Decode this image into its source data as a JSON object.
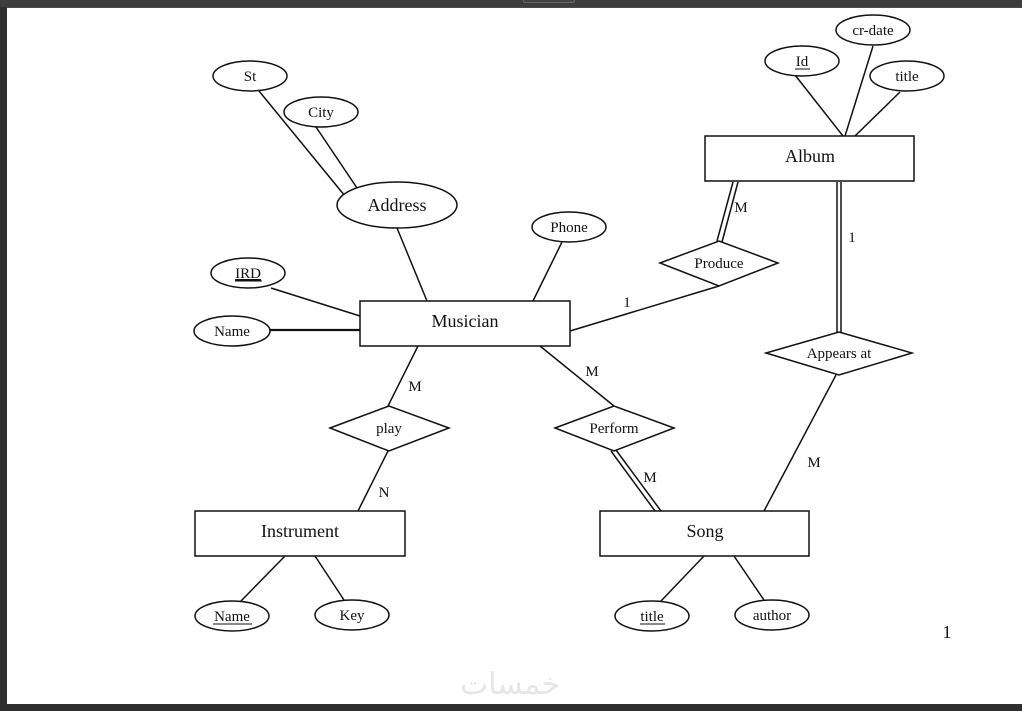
{
  "viewer": {
    "theme_colors": {
      "chrome": "#3a3a3a",
      "page": "#ffffff",
      "ink": "#111111",
      "watermark": "#e6e6e6"
    }
  },
  "diagram": {
    "type": "entity-relationship",
    "entities": {
      "musician": "Musician",
      "album": "Album",
      "instrument": "Instrument",
      "song": "Song"
    },
    "attributes": {
      "address": "Address",
      "st": "St",
      "city": "City",
      "ird": "IRD",
      "musician_name": "Name",
      "phone": "Phone",
      "album_id": "Id",
      "cr_date": "cr-date",
      "album_title": "title",
      "instrument_name": "Name",
      "key": "Key",
      "song_title": "title",
      "author": "author"
    },
    "key_attributes": [
      "IRD",
      "Id",
      "Name (Instrument)",
      "title (Song)"
    ],
    "relationships": {
      "produce": "Produce",
      "appears_at": "Appears at",
      "play": "play",
      "perform": "Perform"
    },
    "cardinalities": {
      "produce_album": "M",
      "produce_musician": "1",
      "appears_album": "1",
      "appears_song": "M",
      "play_musician": "M",
      "play_instrument": "N",
      "perform_musician": "M",
      "perform_song": "M"
    }
  },
  "page_number": "1",
  "watermark": "خمسات"
}
